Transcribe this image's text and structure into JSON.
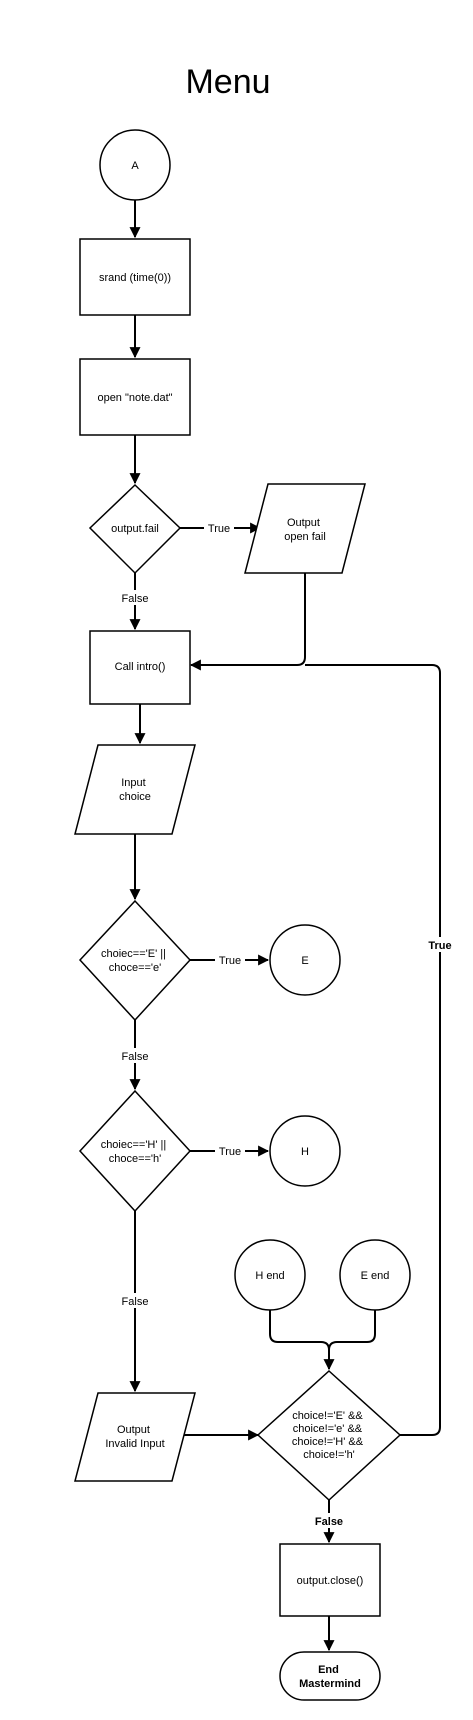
{
  "title": "Menu",
  "nodes": {
    "connector_a": "A",
    "srand": "srand (time(0))",
    "open_file": "open \"note.dat\"",
    "output_fail": "output.fail",
    "output_open_fail": [
      "Output",
      "open fail"
    ],
    "call_intro": "Call intro()",
    "input_choice": [
      "Input",
      "choice"
    ],
    "check_e": [
      "choiec=='E' ||",
      "choce=='e'"
    ],
    "connector_e": "E",
    "check_h": [
      "choiec=='H' ||",
      "choce=='h'"
    ],
    "connector_h": "H",
    "connector_h_end": "H end",
    "connector_e_end": "E end",
    "output_invalid": [
      "Output",
      "Invalid Input"
    ],
    "check_loop": [
      "choice!='E' &&",
      "choice!='e' &&",
      "choice!='H' &&",
      "choice!='h'"
    ],
    "output_close": "output.close()",
    "end": [
      "End",
      "Mastermind"
    ]
  },
  "edge_labels": {
    "fail_true": "True",
    "fail_false": "False",
    "e_true": "True",
    "e_false": "False",
    "h_true": "True",
    "h_false": "False",
    "loop_true": "True",
    "loop_false": "False"
  }
}
